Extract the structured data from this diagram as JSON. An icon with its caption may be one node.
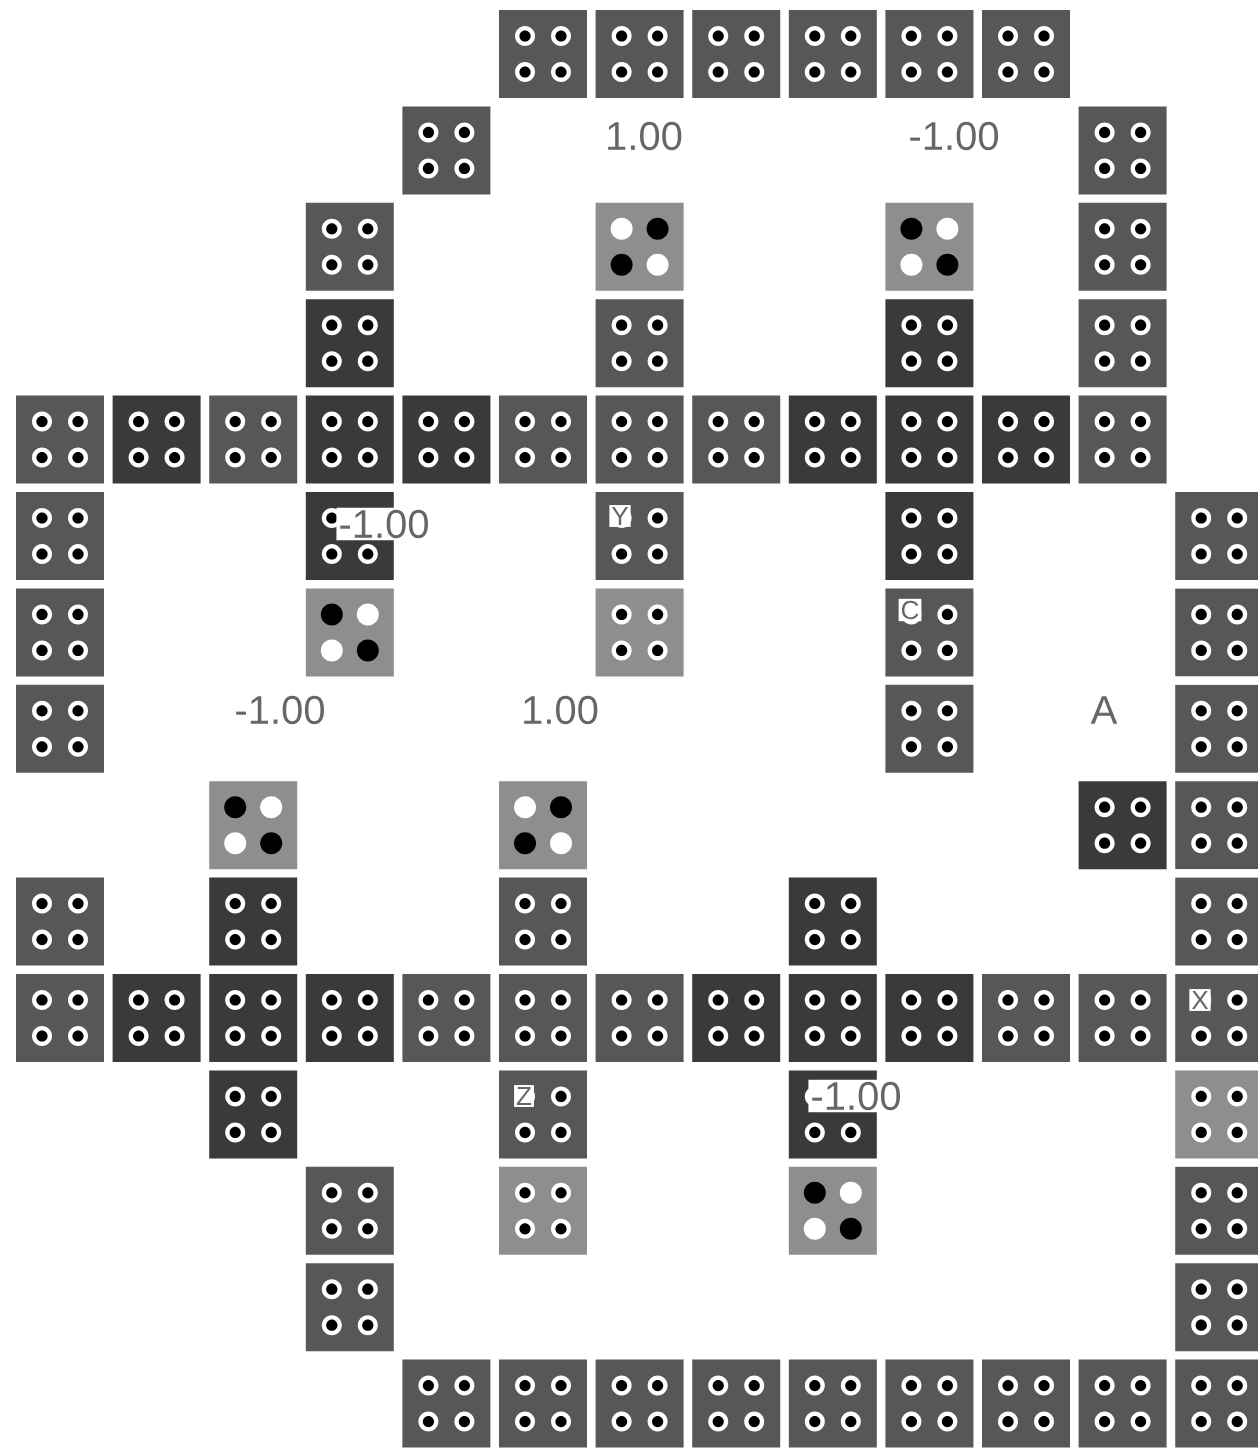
{
  "diagram": {
    "labels": [
      "1.00",
      "-1.00",
      "-1.00",
      "Y",
      "C",
      "-1.00",
      "1.00",
      "A",
      "X",
      "Z",
      "-1.00"
    ]
  }
}
